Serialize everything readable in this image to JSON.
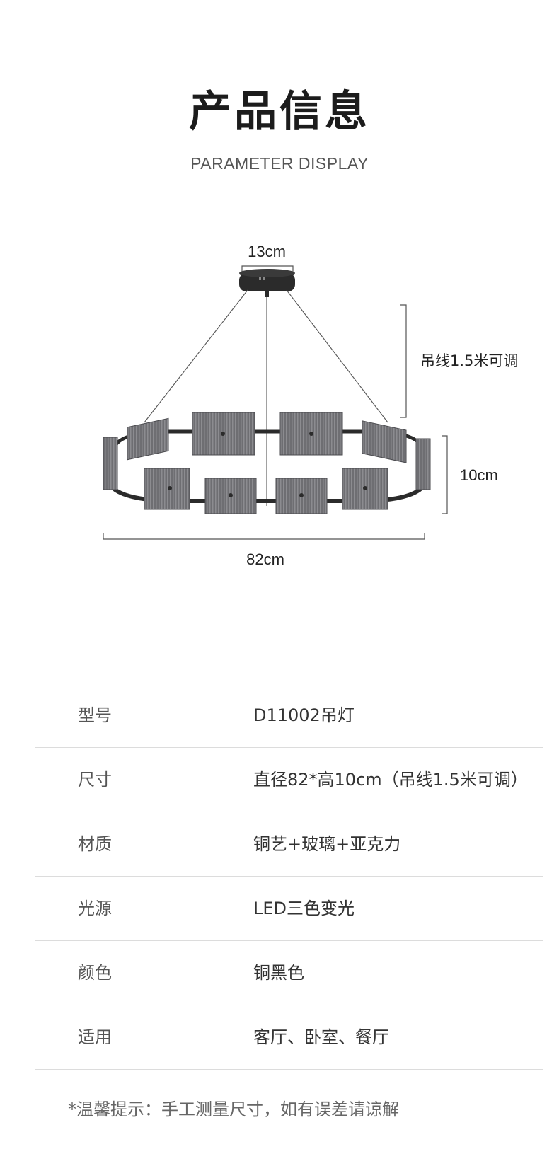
{
  "header": {
    "title": "产品信息",
    "subtitle": "PARAMETER DISPLAY"
  },
  "figure": {
    "canopy_width": "13cm",
    "cable_length": "吊线1.5米可调",
    "height": "10cm",
    "diameter": "82cm",
    "colors": {
      "metal": "#2b2b2b",
      "glass": "#6a6a6e",
      "line": "#555555"
    }
  },
  "specs": [
    {
      "label": "型号",
      "value": "D11002吊灯"
    },
    {
      "label": "尺寸",
      "value": "直径82*高10cm（吊线1.5米可调）"
    },
    {
      "label": "材质",
      "value": "铜艺+玻璃+亚克力"
    },
    {
      "label": "光源",
      "value": "LED三色变光"
    },
    {
      "label": "颜色",
      "value": "铜黑色"
    },
    {
      "label": "适用",
      "value": "客厅、卧室、餐厅"
    }
  ],
  "note": "*温馨提示：手工测量尺寸，如有误差请谅解"
}
